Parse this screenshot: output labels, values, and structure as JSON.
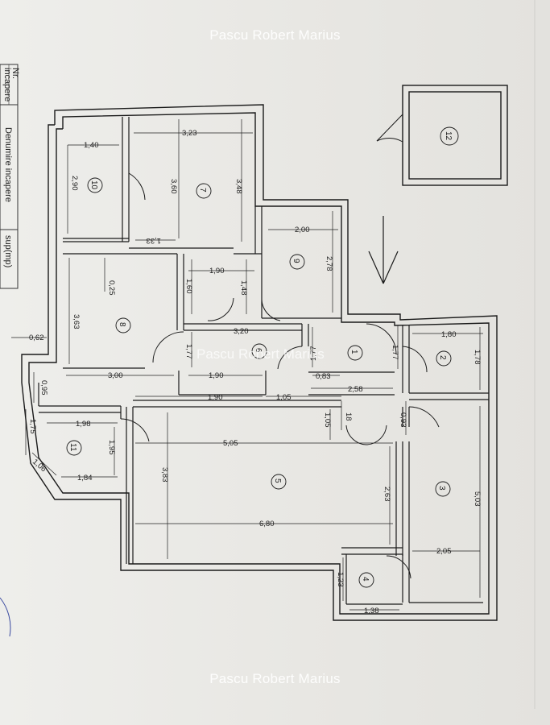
{
  "watermark": "Pascu Robert Marius",
  "legend": {
    "col_nr": "Nr.",
    "col_nr2": "incapere",
    "col_name": "Denumire incapere",
    "col_area": "sup(mp)"
  },
  "rooms": [
    "1",
    "2",
    "3",
    "4",
    "5",
    "6",
    "7",
    "8",
    "9",
    "10",
    "11",
    "12"
  ],
  "dimensions": {
    "d_140": "1,40",
    "d_323": "3,23",
    "d_290": "2,90",
    "d_360": "3,60",
    "d_348": "3,48",
    "d_133": "1,33",
    "d_200": "2,00",
    "d_278": "2,78",
    "d_025": "0,25",
    "d_190a": "1,90",
    "d_160": "1,60",
    "d_148": "1,48",
    "d_363": "3,63",
    "d_320": "3,20",
    "d_177a": "1,77",
    "d_177b": "1,77",
    "d_177c": "1,77",
    "d_180": "1,80",
    "d_178": "1,78",
    "d_062": "0,62",
    "d_300": "3,00",
    "d_190b": "1,90",
    "d_083": "0,83",
    "d_095": "0,95",
    "d_258": "2,58",
    "d_190c": "1,90",
    "d_105a": "1,05",
    "d_105b": "1,05",
    "d_093": "0,93",
    "d_18": "18",
    "d_198": "1,98",
    "d_175": "1,75",
    "d_195": "1,95",
    "d_505": "5,05",
    "d_503": "5,03",
    "d_106": "1,06",
    "d_184": "1,84",
    "d_383": "3,83",
    "d_263": "2,63",
    "d_680": "6,80",
    "d_205": "2,05",
    "d_123": "1,23",
    "d_138": "1,38"
  }
}
